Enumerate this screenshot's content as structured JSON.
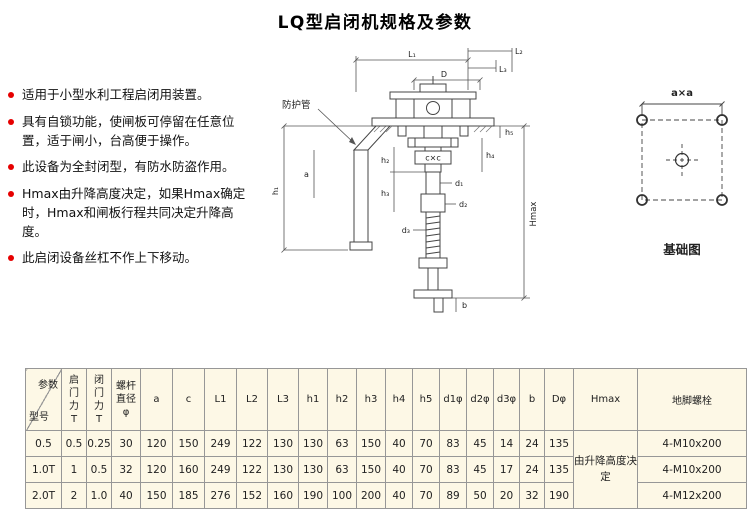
{
  "title": "LQ型启闭机规格及参数",
  "colors": {
    "bullet": "#e60000",
    "table_bg": "#fdf8e6",
    "border": "#979797"
  },
  "features": {
    "items": [
      "适用于小型水利工程启闭用装置。",
      "具有自锁功能，使闸板可停留在任意位置，适于闸小，台高便于操作。",
      "此设备为全封闭型，有防水防盗作用。",
      "Hmax由升降高度决定，如果Hmax确定时，Hmax和闸板行程共同决定升降高度。",
      "此启闭设备丝杠不作上下移动。"
    ]
  },
  "drawing": {
    "labels": {
      "pipe": "防护管",
      "L1": "L₁",
      "L2": "L₂",
      "L3": "L₃",
      "D": "D",
      "cxc": "c×c",
      "d1": "d₁",
      "d2": "d₂",
      "d3": "d₃",
      "a": "a",
      "b": "b",
      "h1": "h₁",
      "h2": "h₂",
      "h3": "h₃",
      "h4": "h₄",
      "h5": "h₅",
      "hmax": "Hmax"
    }
  },
  "foundation": {
    "dim": "a×a",
    "caption": "基础图"
  },
  "table": {
    "corner": {
      "top_right": "参数",
      "bottom_left": "型号"
    },
    "headers": [
      "启门力T",
      "闭门力T",
      "螺杆直径φ",
      "a",
      "c",
      "L1",
      "L2",
      "L3",
      "h1",
      "h2",
      "h3",
      "h4",
      "h5",
      "d1φ",
      "d2φ",
      "d3φ",
      "b",
      "Dφ",
      "Hmax",
      "地脚螺栓"
    ],
    "hmax_note": "由升降高度决定",
    "rows": [
      {
        "model": "0.5",
        "values": [
          "0.5",
          "0.25",
          "30",
          "120",
          "150",
          "249",
          "122",
          "130",
          "130",
          "63",
          "150",
          "40",
          "70",
          "83",
          "45",
          "14",
          "24",
          "135"
        ],
        "anchor": "4-M10x200"
      },
      {
        "model": "1.0T",
        "values": [
          "1",
          "0.5",
          "32",
          "120",
          "160",
          "249",
          "122",
          "130",
          "130",
          "63",
          "150",
          "40",
          "70",
          "83",
          "45",
          "17",
          "24",
          "135"
        ],
        "anchor": "4-M10x200"
      },
      {
        "model": "2.0T",
        "values": [
          "2",
          "1.0",
          "40",
          "150",
          "185",
          "276",
          "152",
          "160",
          "190",
          "100",
          "200",
          "40",
          "70",
          "89",
          "50",
          "20",
          "32",
          "190"
        ],
        "anchor": "4-M12x200"
      }
    ]
  }
}
